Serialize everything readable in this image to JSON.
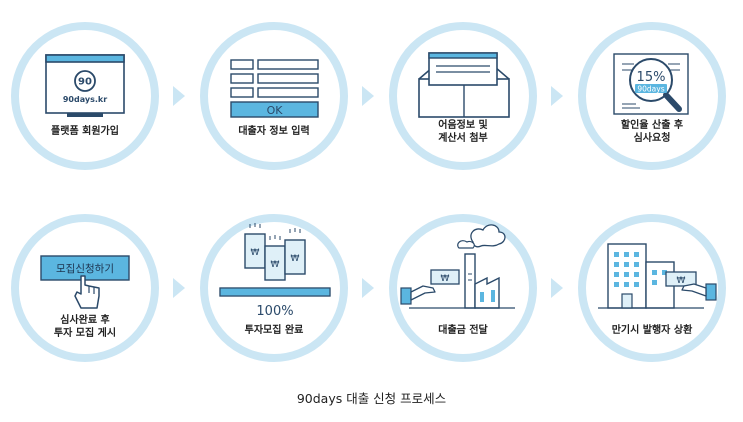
{
  "steps": [
    {
      "caption": "플랫폼 회원가입",
      "logo_mark": "90",
      "logo_text": "90days.kr"
    },
    {
      "caption": "대출자 정보 입력",
      "button_label": "OK"
    },
    {
      "caption": "어음정보 및\n계산서 첨부"
    },
    {
      "caption": "할인율 산출 후\n심사요청",
      "rate": "15%",
      "rate_sub": "90days"
    },
    {
      "caption": "심사완료 후\n투자 모집 게시",
      "button_label": "모집신청하기"
    },
    {
      "caption": "투자모집 완료",
      "progress_label": "100%",
      "progress": 1.0,
      "currency": "₩"
    },
    {
      "caption": "대출금 전달",
      "currency": "₩"
    },
    {
      "caption": "만기시 발행자 상환",
      "currency": "₩"
    }
  ],
  "footer": {
    "title": "90days 대출 신청 프로세스"
  },
  "colors": {
    "ring": "#cbe6f4",
    "accent": "#5bb6e0",
    "line": "#2b4a6a",
    "fill_light": "#dff0f8"
  }
}
